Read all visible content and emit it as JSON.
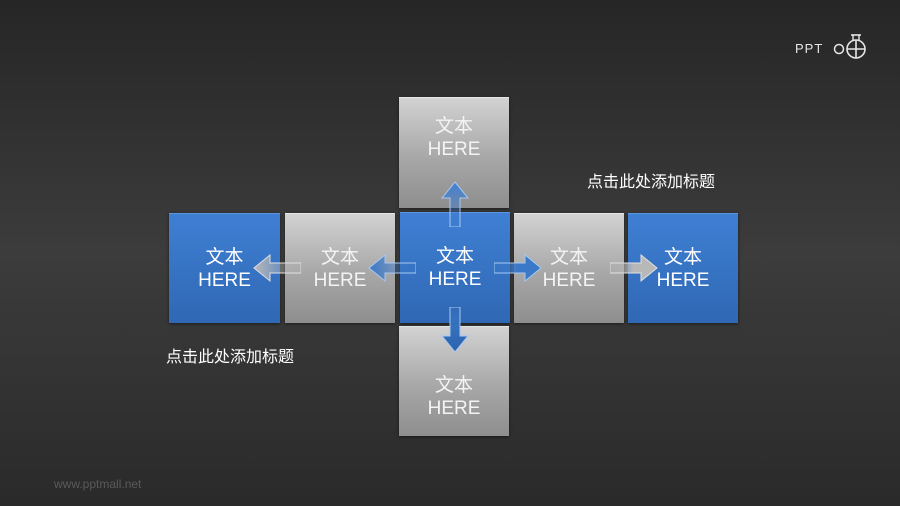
{
  "logo": {
    "text": "PPT",
    "icon": "ppt-compass-logo-icon"
  },
  "diagram": {
    "center": {
      "line1": "文本",
      "line2": "HERE",
      "color": "#3a78c8"
    },
    "top": {
      "line1": "文本",
      "line2": "HERE"
    },
    "bottom": {
      "line1": "文本",
      "line2": "HERE"
    },
    "left_inner": {
      "line1": "文本",
      "line2": "HERE"
    },
    "left_outer": {
      "line1": "文本",
      "line2": "HERE"
    },
    "right_inner": {
      "line1": "文本",
      "line2": "HERE"
    },
    "right_outer": {
      "line1": "文本",
      "line2": "HERE"
    },
    "arrows": [
      {
        "from": "center",
        "to": "top",
        "direction": "up",
        "color": "blue"
      },
      {
        "from": "center",
        "to": "bottom",
        "direction": "down",
        "color": "blue"
      },
      {
        "from": "center",
        "to": "left_inner",
        "direction": "left",
        "color": "blue"
      },
      {
        "from": "center",
        "to": "right_inner",
        "direction": "right",
        "color": "blue"
      },
      {
        "from": "left_inner",
        "to": "left_outer",
        "direction": "left",
        "color": "gray"
      },
      {
        "from": "right_inner",
        "to": "right_outer",
        "direction": "right",
        "color": "gray"
      }
    ]
  },
  "captions": {
    "top_right": "点击此处添加标题",
    "bottom_left": "点击此处添加标题"
  },
  "watermark": "www.pptmall.net",
  "colors": {
    "blue": "#3a78c8",
    "gray": "#b0b0b0",
    "background": "#333333"
  }
}
